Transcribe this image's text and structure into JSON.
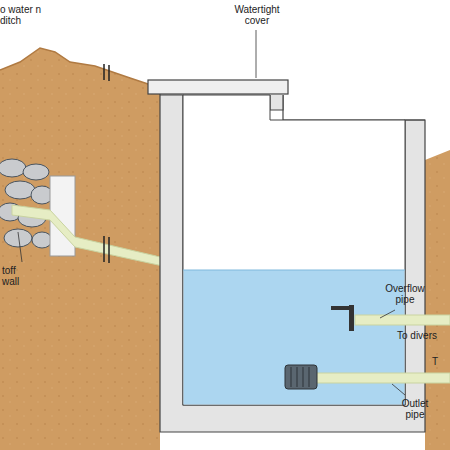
{
  "diagram": {
    "labels": [
      "o water n ditch",
      "Watertight cover",
      "toff wall",
      "Overflow pipe",
      "To divers",
      "T",
      "Outlet pipe"
    ]
  }
}
